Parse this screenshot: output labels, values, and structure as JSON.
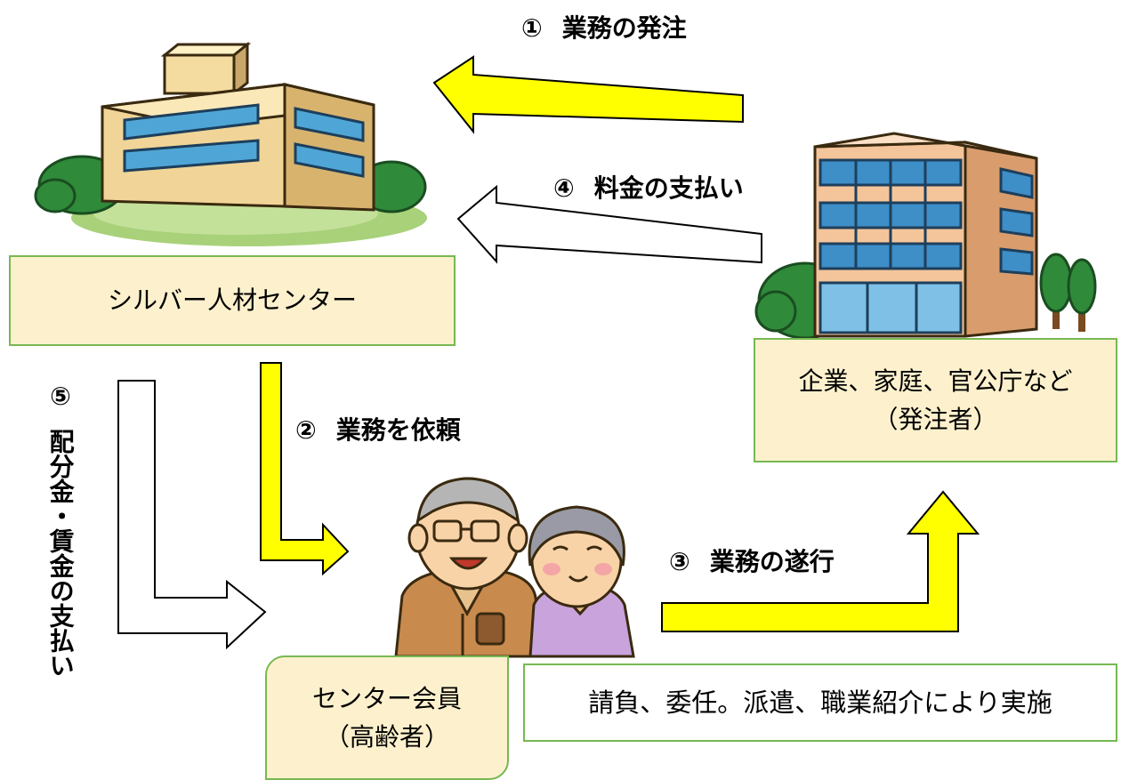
{
  "steps": {
    "s1": {
      "num": "①",
      "text": "業務の発注"
    },
    "s2": {
      "num": "②",
      "text": "業務を依頼"
    },
    "s3": {
      "num": "③",
      "text": "業務の遂行"
    },
    "s4": {
      "num": "④",
      "text": "料金の支払い"
    },
    "s5": {
      "num": "⑤",
      "text": "配分金・賃金の支払い"
    }
  },
  "boxes": {
    "center": {
      "label": "シルバー人材センター"
    },
    "client": {
      "line1": "企業、家庭、官公庁など",
      "line2": "（発注者）"
    },
    "member": {
      "line1": "センター会員",
      "line2": "（高齢者）"
    },
    "method": {
      "label": "請負、委任。派遣、職業紹介により実施"
    }
  },
  "colors": {
    "box_fill": "#fdf1cd",
    "box_border": "#77b852",
    "arrow_yellow": "#ffff00",
    "arrow_white": "#ffffff"
  },
  "icons": [
    "silver-center-building-icon",
    "client-office-building-icon",
    "elderly-couple-icon"
  ]
}
